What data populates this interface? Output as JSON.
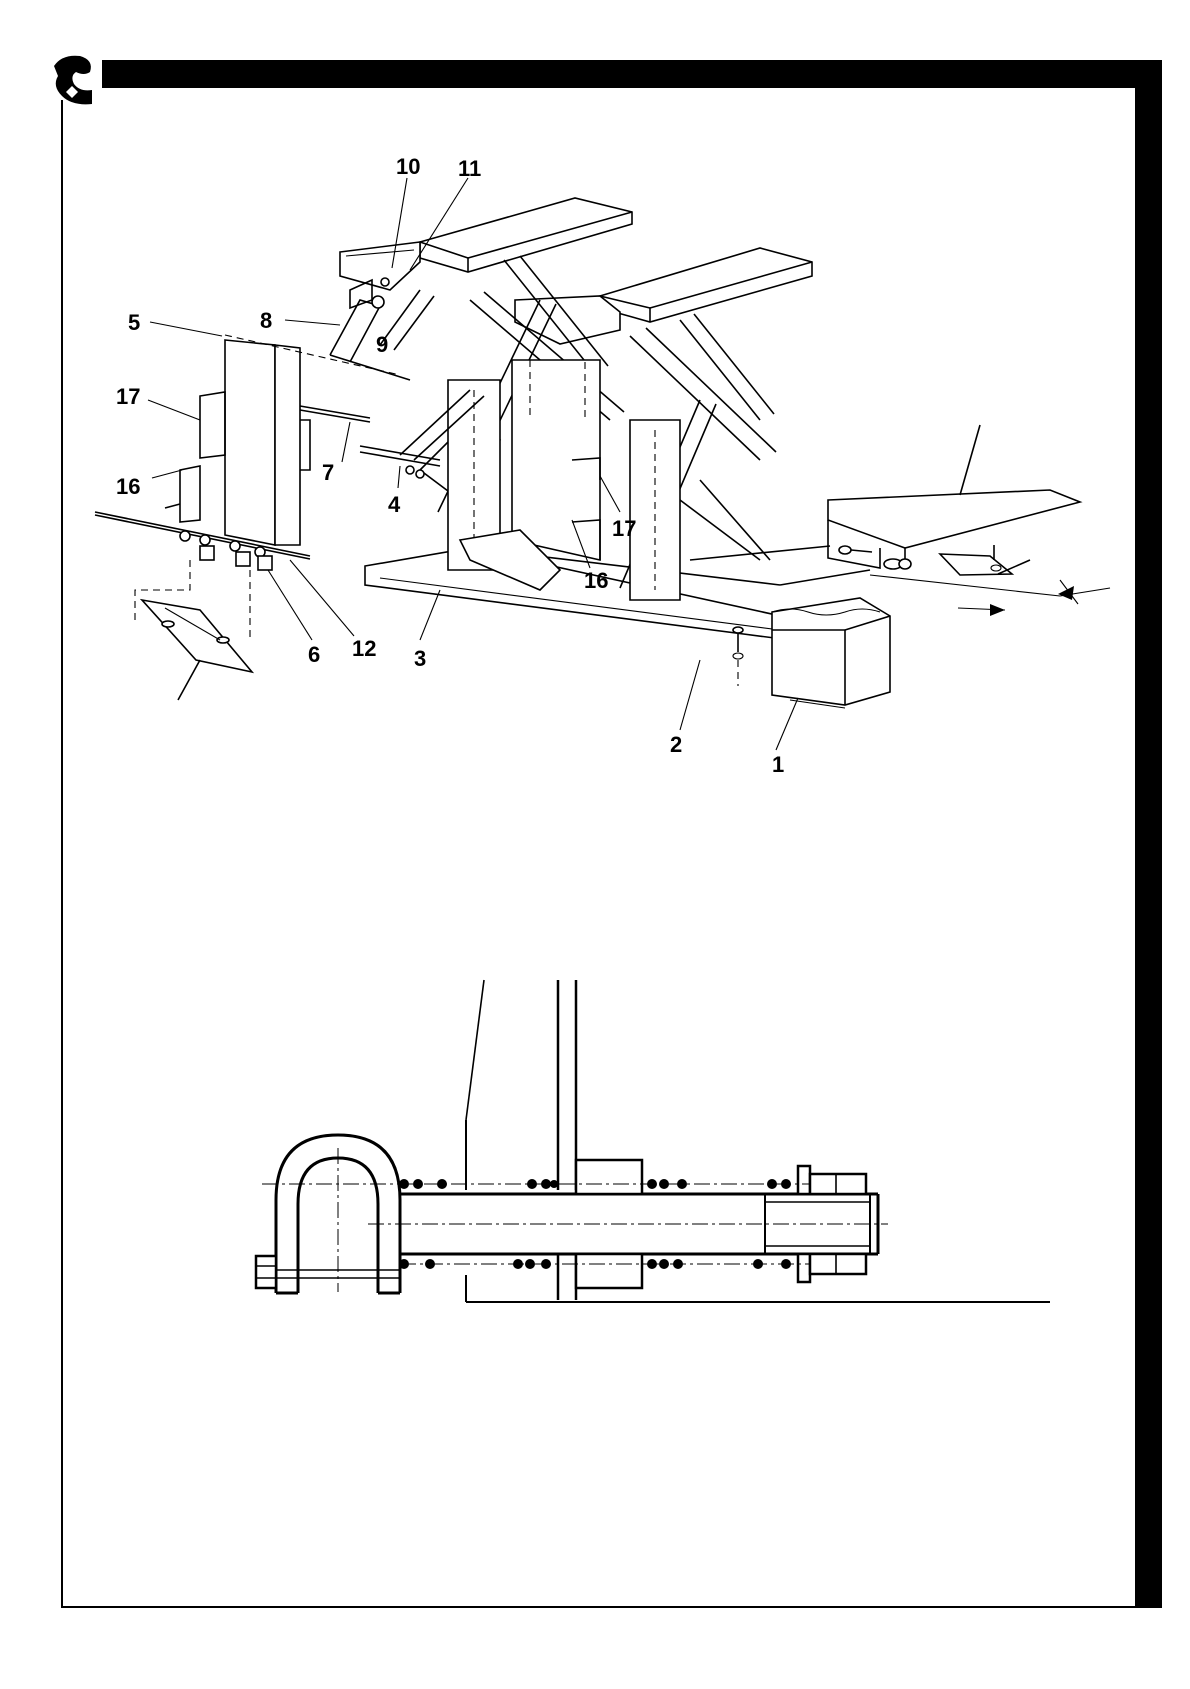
{
  "header": {
    "logo_icon": "stylized-hand-logo"
  },
  "exploded_view": {
    "callouts": {
      "c1": "1",
      "c2": "2",
      "c3": "3",
      "c4": "4",
      "c5": "5",
      "c6": "6",
      "c7": "7",
      "c8": "8",
      "c9": "9",
      "c10": "10",
      "c11": "11",
      "c12": "12",
      "c16a": "16",
      "c17a": "17",
      "c16b": "16",
      "c17b": "17"
    }
  },
  "section_view": {}
}
